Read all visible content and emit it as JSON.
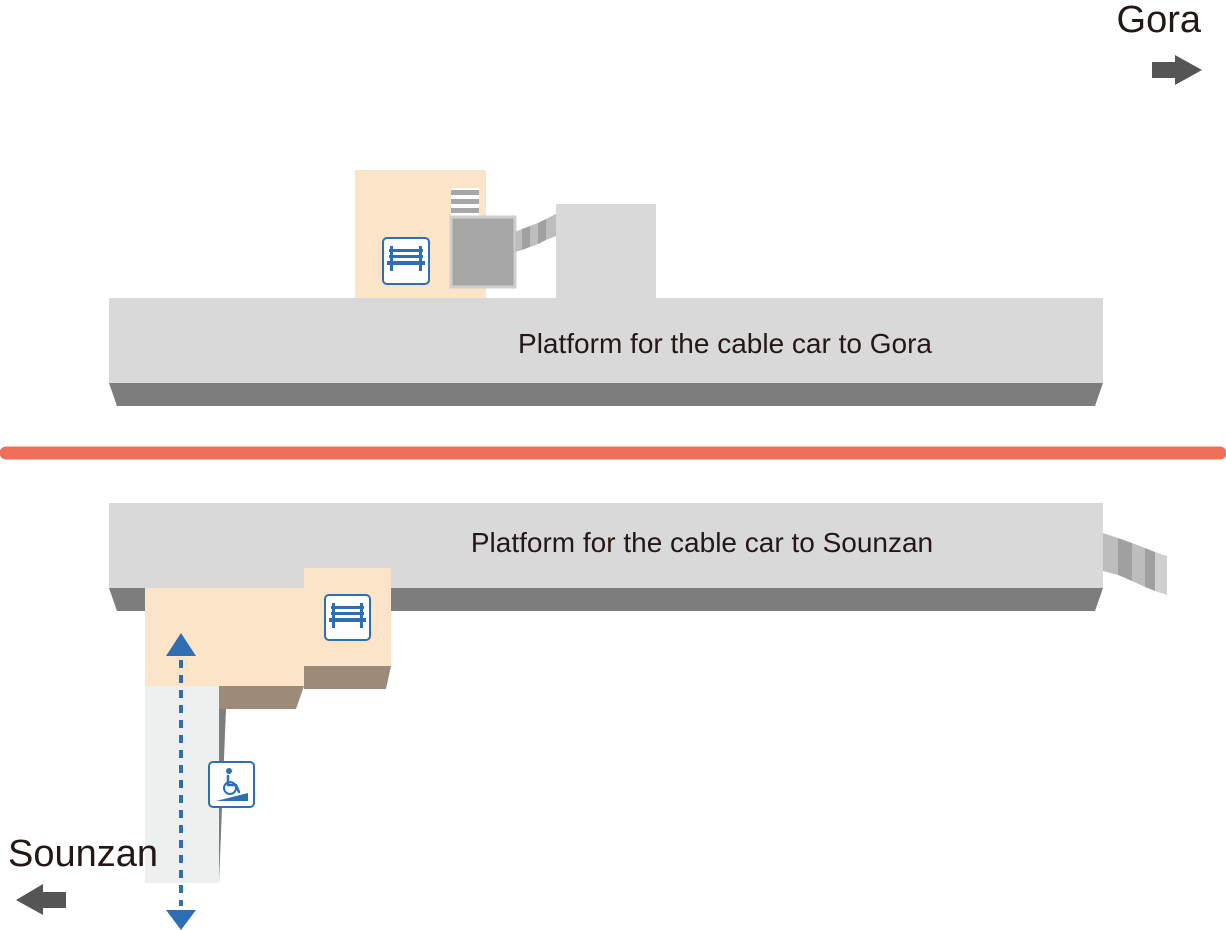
{
  "destinations": {
    "gora": {
      "label": "Gora",
      "arrow_icon": "arrow-right-icon"
    },
    "sounzan": {
      "label": "Sounzan",
      "arrow_icon": "arrow-left-icon"
    }
  },
  "platforms": {
    "gora": {
      "label": "Platform for the cable car to Gora",
      "facilities": [
        "bench-icon",
        "stairs-icon"
      ]
    },
    "sounzan": {
      "label": "Platform for the cable car to Sounzan",
      "facilities": [
        "bench-icon",
        "wheelchair-slope-icon",
        "stairs-icon"
      ]
    }
  },
  "colors": {
    "platform_top": "#d9d9d9",
    "platform_edge": "#7d7d7d",
    "waiting_area": "#fce4c8",
    "waiting_area_shadow": "#9b8b78",
    "track": "#ef705a",
    "icon_blue": "#2e6fb4",
    "arrow": "#555555",
    "ramp": "#eef0f0"
  }
}
